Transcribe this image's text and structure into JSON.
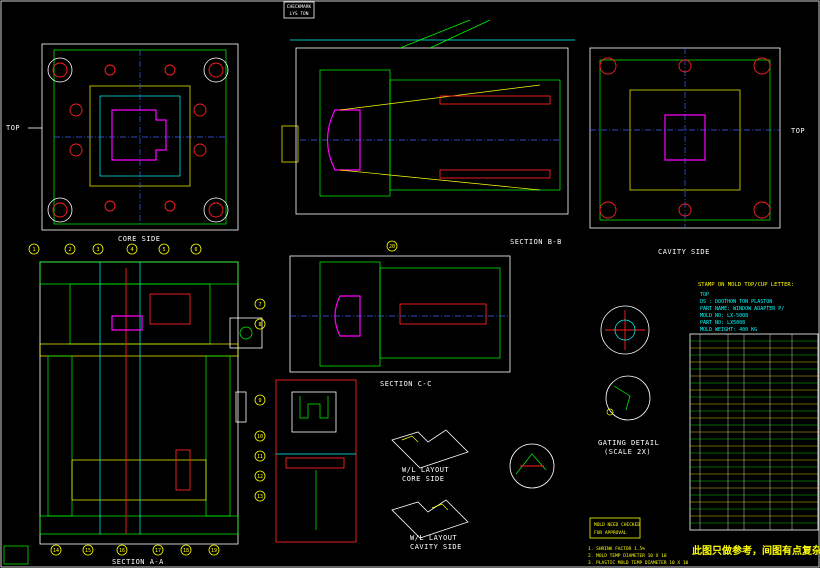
{
  "drawing": {
    "top_tag": [
      "CHECKMARK",
      "LYS TON"
    ],
    "views": {
      "core_side": "CORE SIDE",
      "section_bb": "SECTION B-B",
      "cavity_side": "CAVITY SIDE",
      "section_cc": "SECTION C-C",
      "section_aa": "SECTION A-A",
      "gating_detail": "GATING DETAIL",
      "gating_scale": "(SCALE 2X)",
      "wl_core_title": "W/L LAYOUT",
      "wl_core_sub": "CORE SIDE",
      "wl_cavity_title": "W/L LAYOUT",
      "wl_cavity_sub": "CAVITY SIDE",
      "top_left": "TOP",
      "top_right": "TOP"
    },
    "stamp_notes": {
      "title": "STAMP ON MOLD TOP/CUP LETTER:",
      "lines": [
        "TOP",
        "DS : DOOTHON TON PLASTON",
        "PART NAME: WINDOW ADAPTER P/",
        "MOLD NO: LX-5008",
        "PART NO: LX5008",
        "MOLD WEIGHT: 400 KG"
      ]
    },
    "approval_box": [
      "MOLD NEED CHECKED",
      "FOR APPROVAL"
    ],
    "bottom_notes": [
      "1. SHRINK FACTOR 1.5%",
      "2. MOLD TEMP DIAMETER 10 X 10",
      "3. PLASTIC MOLD TEMP DIAMETER 10 X 10"
    ],
    "watermark": "此图只做参考，间图有点复杂化",
    "balloons": [
      "1",
      "2",
      "3",
      "4",
      "5",
      "6",
      "7",
      "8",
      "9",
      "10",
      "11",
      "12",
      "13",
      "14",
      "15",
      "16",
      "17",
      "18",
      "19",
      "20"
    ]
  },
  "colors": {
    "background": "#000000",
    "outline": "#ffffff",
    "primary": "#00ff00",
    "secondary": "#ffff00",
    "accent": "#ff00ff",
    "hole": "#ff2020",
    "dim": "#00ffff"
  }
}
